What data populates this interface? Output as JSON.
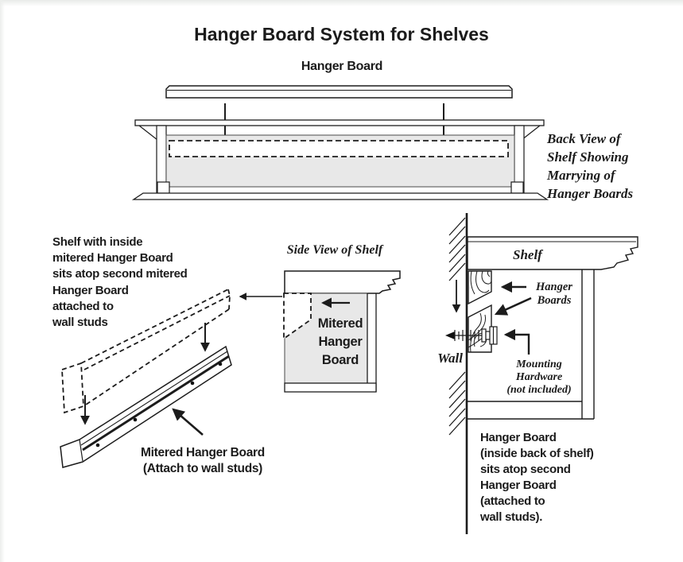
{
  "title": "Hanger Board System for Shelves",
  "top_diagram": {
    "board_label": "Hanger Board",
    "caption": "Back View of\nShelf Showing\nMarrying of\nHanger Boards"
  },
  "left_note": "Shelf with inside\nmitered Hanger Board\nsits atop second mitered\nHanger Board\nattached to\nwall studs",
  "side_view": {
    "title": "Side View of Shelf",
    "board_label": "Mitered\nHanger\nBoard"
  },
  "bottom_left": {
    "caption": "Mitered Hanger Board\n(Attach to wall studs)"
  },
  "right_diagram": {
    "shelf_label": "Shelf",
    "wall_label": "Wall",
    "hanger_boards_label": "Hanger\nBoards",
    "hardware_label": "Mounting\nHardware\n(not included)",
    "note": "Hanger Board\n(inside back of shelf)\nsits atop second\nHanger Board\n(attached to\nwall studs)."
  },
  "colors": {
    "line": "#1c1c1c",
    "panel_fill": "#e8e8e8",
    "background": "#ffffff"
  }
}
